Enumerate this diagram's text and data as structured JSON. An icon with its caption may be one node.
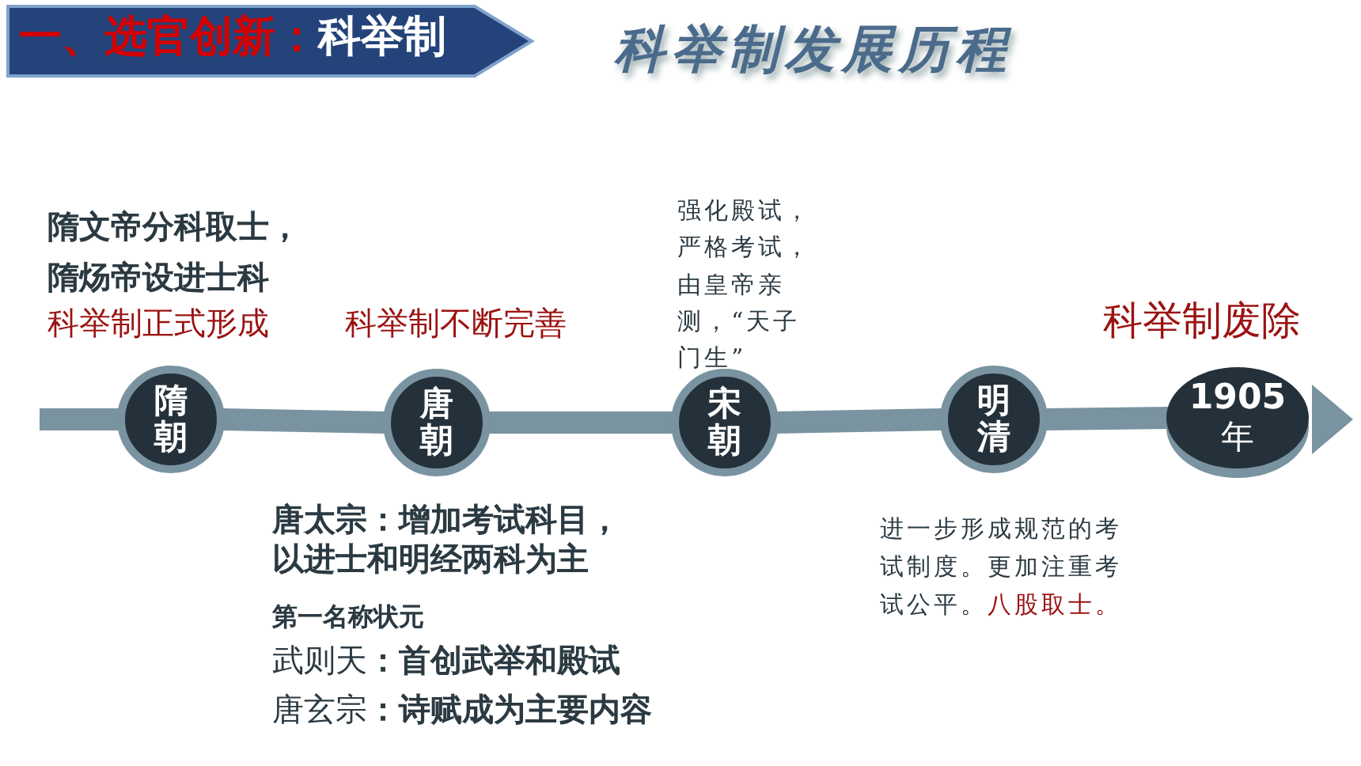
{
  "diagram": {
    "title": "科举制发展历程",
    "nodes": [
      {
        "text": [
          "隋朝"
        ],
        "beside": [
          "隋文帝分科取士，隋炀帝设进士科",
          "科举制正式形成"
        ]
      },
      {
        "text": [
          "唐朝"
        ],
        "beside": [
          "科举制不断完善",
          "唐太宗：增加考试科目，以进士和明经两科为主",
          "第一名称状元",
          "武则天**：首创武举和殿试**",
          "唐玄宗**：诗赋成为主要内容**"
        ]
      },
      {
        "text": [
          "宋朝"
        ],
        "beside": [
          "强化殿试，严格考试，由皇帝亲测，“天子门生”"
        ]
      },
      {
        "text": [
          "明清"
        ],
        "beside": [
          "进一步形成规范的考试制度。更加注重考试公平。",
          "八股取士。"
        ]
      },
      {
        "text": [
          "1905",
          "年"
        ],
        "beside": [
          "科举制废除"
        ]
      }
    ],
    "edges": [
      {
        "from": null,
        "to": 0,
        "arrow": "none"
      },
      {
        "from": 0,
        "to": 1,
        "arrow": "none"
      },
      {
        "from": 1,
        "to": 2,
        "arrow": "none"
      },
      {
        "from": 2,
        "to": 3,
        "arrow": "none"
      },
      {
        "from": 3,
        "to": 4,
        "arrow": "none"
      }
    ],
    "labels": [
      "一、选官创新：",
      "科举制"
    ]
  }
}
